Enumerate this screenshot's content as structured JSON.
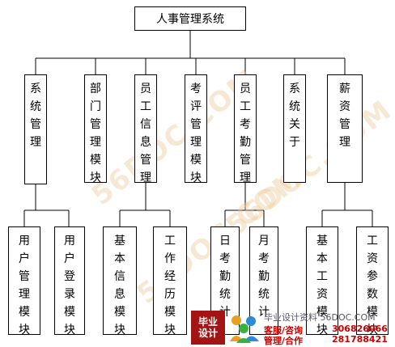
{
  "diagram": {
    "root": "人事管理系统",
    "modules": [
      "系统管理",
      "部门管理模块",
      "员工信息管理",
      "考评管理模块",
      "员工考勤管理",
      "系统关于",
      "薪资管理"
    ],
    "submodules": [
      "用户管理模块",
      "用户登录模块",
      "基本信息模块",
      "工作经历模块",
      "日考勤统计",
      "月考勤统计",
      "基本工资模块",
      "工资参数模块"
    ]
  },
  "watermarks": [
    "56DOC.COM",
    "56DOC.COM",
    "56DOC.COM"
  ],
  "ad": {
    "logo_line1": "毕业",
    "logo_line2": "设计",
    "site": "毕业设计资料 56DOC.COM",
    "contact_label": "客服/咨询",
    "contact_number": "306826066",
    "cooperate_label": "管理/合作",
    "cooperate_number": "281788421"
  }
}
